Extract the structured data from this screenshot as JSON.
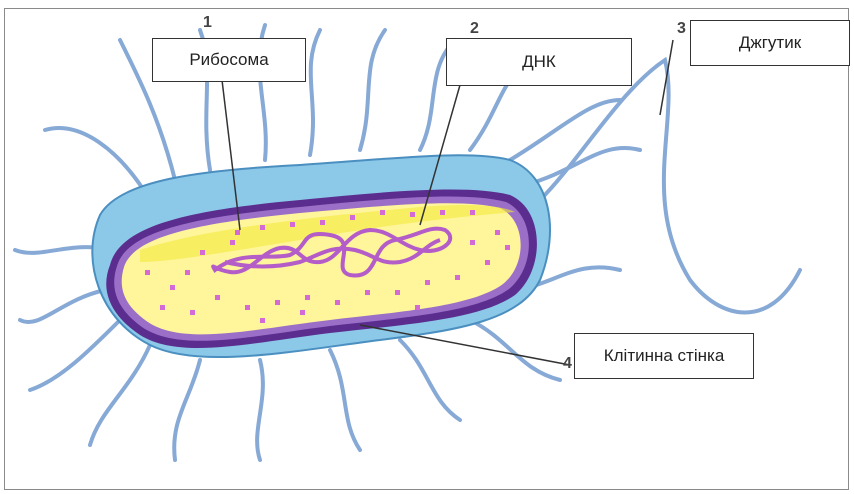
{
  "labels": {
    "ribosome": "Рибосома",
    "dna": "ДНК",
    "flagellum": "Джгутик",
    "cell_wall": "Клітинна стінка"
  },
  "numbers": {
    "n1": "1",
    "n2": "2",
    "n3": "3",
    "n4": "4"
  },
  "colors": {
    "capsule": "#8cc8e8",
    "capsule_edge": "#4a8fc0",
    "wall": "#5b2d8e",
    "membrane": "#9b6fc8",
    "cytoplasm": "#fff59a",
    "dna": "#b45cc8",
    "ribosome": "#d46ad6",
    "flagella": "#86a9d6"
  }
}
